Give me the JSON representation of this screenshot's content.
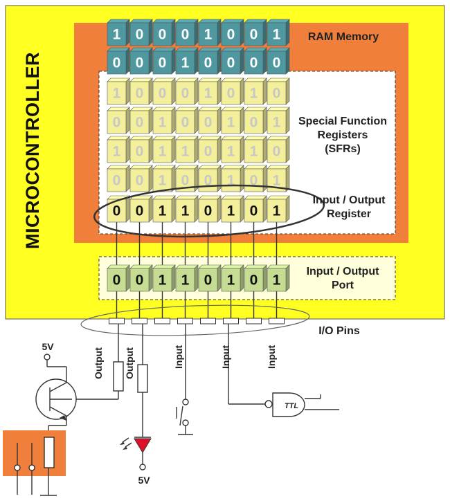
{
  "labels": {
    "microcontroller": "MICROCONTROLLER",
    "ram_memory": "RAM Memory",
    "sfr_line1": "Special Function",
    "sfr_line2": "Registers",
    "sfr_line3": "(SFRs)",
    "io_register_line1": "Input / Output",
    "io_register_line2": "Register",
    "io_port_line1": "Input / Output",
    "io_port_line2": "Port",
    "io_pins": "I/O Pins",
    "supply_top": "5V",
    "supply_bottom": "5V",
    "ttl_gate": "TTL"
  },
  "pin_labels": [
    "Output",
    "Output",
    "Input",
    "Input",
    "Input"
  ],
  "rows": {
    "ram": [
      [
        "1",
        "0",
        "0",
        "0",
        "1",
        "0",
        "0",
        "1"
      ],
      [
        "0",
        "0",
        "0",
        "1",
        "0",
        "0",
        "0",
        "0"
      ]
    ],
    "sfr": [
      [
        "1",
        "0",
        "0",
        "0",
        "1",
        "0",
        "1",
        "0"
      ],
      [
        "0",
        "0",
        "1",
        "0",
        "0",
        "1",
        "0",
        "1"
      ],
      [
        "1",
        "0",
        "1",
        "1",
        "0",
        "1",
        "1",
        "0"
      ],
      [
        "0",
        "0",
        "1",
        "0",
        "0",
        "1",
        "0",
        "1"
      ]
    ],
    "io_register": [
      "0",
      "0",
      "1",
      "1",
      "0",
      "1",
      "0",
      "1"
    ],
    "io_port": [
      "0",
      "0",
      "1",
      "1",
      "0",
      "1",
      "0",
      "1"
    ]
  },
  "colors": {
    "board": "#ffff22",
    "ram_block": "#ef7f3a",
    "ram_cell": "#4f98a0",
    "sfr_cell": "#f4ef9a",
    "io_cell": "#f4ef9a",
    "port_cell": "#c6dc92",
    "led": "#e0102a",
    "relay_box": "#ef7f3a"
  }
}
